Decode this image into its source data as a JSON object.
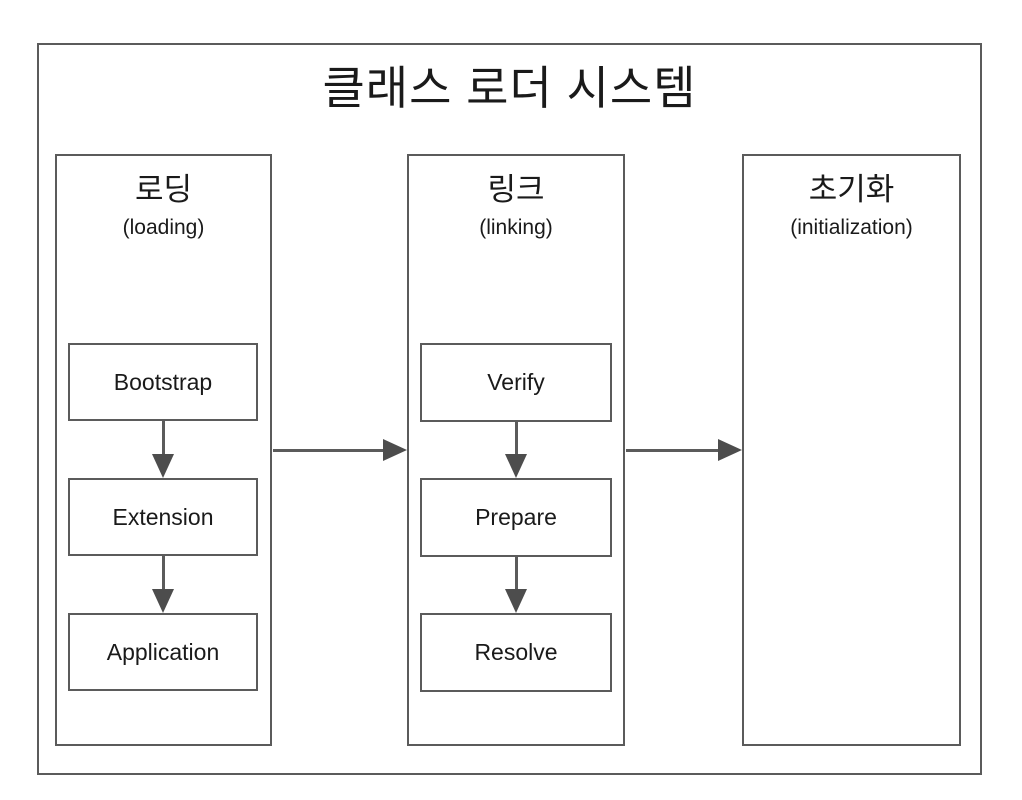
{
  "diagram": {
    "title": "클래스 로더 시스템",
    "columns": [
      {
        "title_ko": "로딩",
        "title_en": "(loading)",
        "steps": [
          "Bootstrap",
          "Extension",
          "Application"
        ]
      },
      {
        "title_ko": "링크",
        "title_en": "(linking)",
        "steps": [
          "Verify",
          "Prepare",
          "Resolve"
        ]
      },
      {
        "title_ko": "초기화",
        "title_en": "(initialization)",
        "steps": []
      }
    ],
    "colors": {
      "line": "#5b5b5b",
      "arrow": "#4d4d4d",
      "text": "#1a1a1a",
      "background": "#ffffff"
    }
  }
}
